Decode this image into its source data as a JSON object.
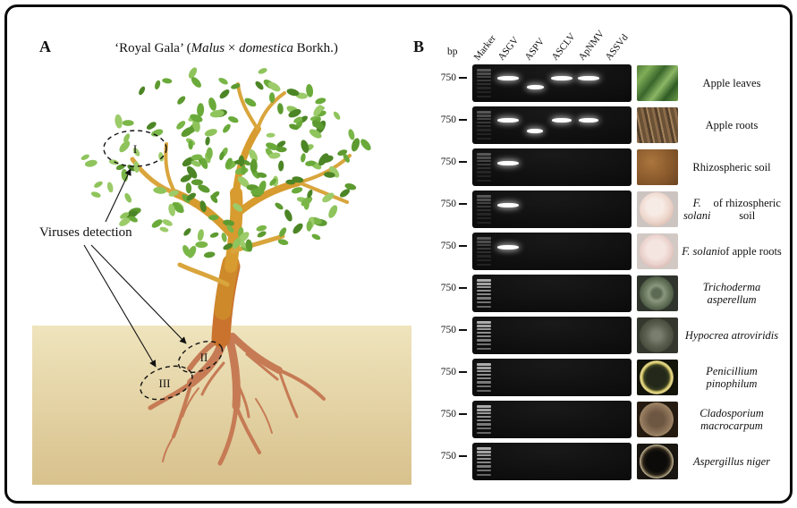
{
  "panel_a": {
    "label": "A",
    "title_parts": [
      {
        "text": "‘Royal Gala’  (",
        "italic": false
      },
      {
        "text": "Malus",
        "italic": true
      },
      {
        "text": " × ",
        "italic": false
      },
      {
        "text": "domestica",
        "italic": true
      },
      {
        "text": " Borkh.)",
        "italic": false
      }
    ],
    "annotation": "Viruses detection",
    "regions": [
      "I",
      "II",
      "III"
    ]
  },
  "panel_b": {
    "label": "B",
    "bp_label": "bp",
    "lanes": [
      "Marker",
      "ASGV",
      "ASPV",
      "ASCLV",
      "ApNMV",
      "ASSVd"
    ],
    "rows": [
      {
        "size": "750",
        "photo": "apple-leaves",
        "label_parts": [
          {
            "text": "Apple leaves",
            "italic": false
          }
        ],
        "bands": [
          {
            "lane": 1,
            "level": 0.38,
            "w": 24
          },
          {
            "lane": 2,
            "level": 0.6,
            "w": 19
          },
          {
            "lane": 3,
            "level": 0.36,
            "w": 24
          },
          {
            "lane": 4,
            "level": 0.36,
            "w": 24
          }
        ]
      },
      {
        "size": "750",
        "photo": "apple-roots",
        "label_parts": [
          {
            "text": "Apple roots",
            "italic": false
          }
        ],
        "bands": [
          {
            "lane": 1,
            "level": 0.38,
            "w": 24
          },
          {
            "lane": 2,
            "level": 0.66,
            "w": 18
          },
          {
            "lane": 3,
            "level": 0.38,
            "w": 22
          },
          {
            "lane": 4,
            "level": 0.38,
            "w": 22
          }
        ]
      },
      {
        "size": "750",
        "photo": "rhizospheric-soil",
        "label_parts": [
          {
            "text": "Rhizospheric soil",
            "italic": false
          }
        ],
        "bands": [
          {
            "lane": 1,
            "level": 0.4,
            "w": 24
          }
        ]
      },
      {
        "size": "750",
        "photo": "f-solani-a",
        "label_parts": [
          {
            "text": "F. solani",
            "italic": true
          },
          {
            "text": " of rhizospheric soil",
            "italic": false
          }
        ],
        "bands": [
          {
            "lane": 1,
            "level": 0.4,
            "w": 24
          }
        ]
      },
      {
        "size": "750",
        "photo": "f-solani-b",
        "label_parts": [
          {
            "text": "F. solani",
            "italic": true
          },
          {
            "text": " of apple roots",
            "italic": false
          }
        ],
        "bands": [
          {
            "lane": 1,
            "level": 0.4,
            "w": 24
          }
        ]
      },
      {
        "size": "750",
        "photo": "trichoderma-asperellum",
        "label_parts": [
          {
            "text": "Trichoderma asperellum",
            "italic": true
          }
        ],
        "bands": []
      },
      {
        "size": "750",
        "photo": "hypocrea-atroviridis",
        "label_parts": [
          {
            "text": "Hypocrea atroviridis",
            "italic": true
          }
        ],
        "bands": []
      },
      {
        "size": "750",
        "photo": "penicillium-pinophilum",
        "label_parts": [
          {
            "text": "Penicillium pinophilum",
            "italic": true
          }
        ],
        "bands": []
      },
      {
        "size": "750",
        "photo": "cladosporium-macrocarpum",
        "label_parts": [
          {
            "text": "Cladosporium macrocarpum",
            "italic": true
          }
        ],
        "bands": []
      },
      {
        "size": "750",
        "photo": "aspergillus-niger",
        "label_parts": [
          {
            "text": "Aspergillus niger",
            "italic": true
          }
        ],
        "bands": []
      }
    ]
  },
  "colors": {
    "leaf_palette": [
      "#7ab648",
      "#5d9a30",
      "#8fc45c",
      "#4c8526",
      "#6aaa3a",
      "#9ccb6a"
    ],
    "trunk_gold": "#d79b2f",
    "root_brown": "#c67b55",
    "ground_tan": "#e7d9ab",
    "gel_background": "#0d0d0d",
    "band_white": "#fdfdfd"
  }
}
